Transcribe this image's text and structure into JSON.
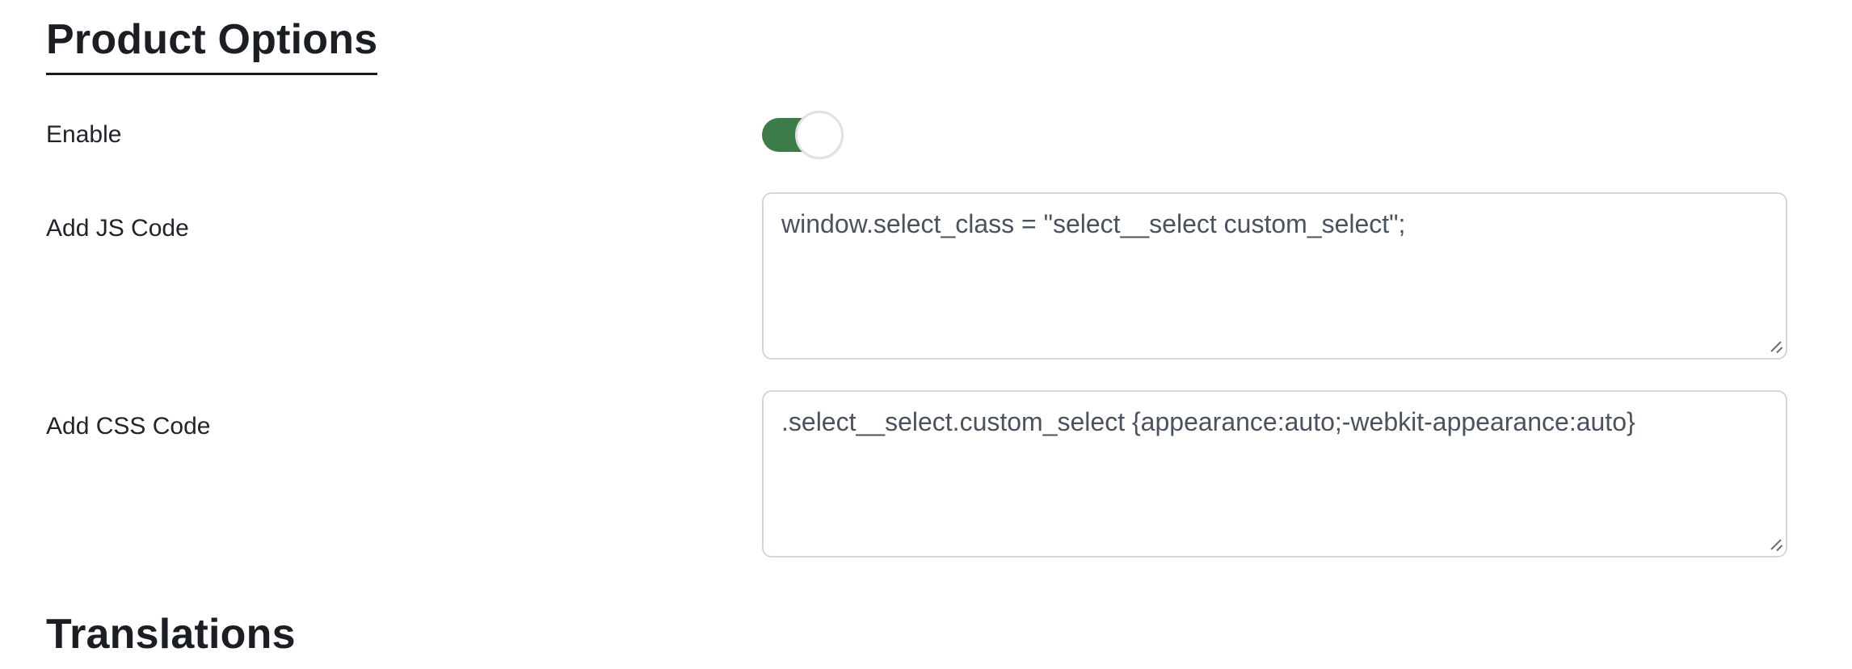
{
  "product_options": {
    "title": "Product Options",
    "enable": {
      "label": "Enable",
      "state": "on"
    },
    "js_code": {
      "label": "Add JS Code",
      "value": "window.select_class = \"select__select custom_select\";"
    },
    "css_code": {
      "label": "Add CSS Code",
      "value": ".select__select.custom_select {appearance:auto;-webkit-appearance:auto}"
    }
  },
  "translations": {
    "title": "Translations"
  },
  "icons": {
    "resize_grip": "resize-grip-icon"
  },
  "colors": {
    "toggle_on": "#3c7c49",
    "textarea_border": "#d3d6da",
    "heading_text": "#1b1f24",
    "label_text": "#20242b",
    "code_text": "#4a5260",
    "underline": "#17191d"
  }
}
